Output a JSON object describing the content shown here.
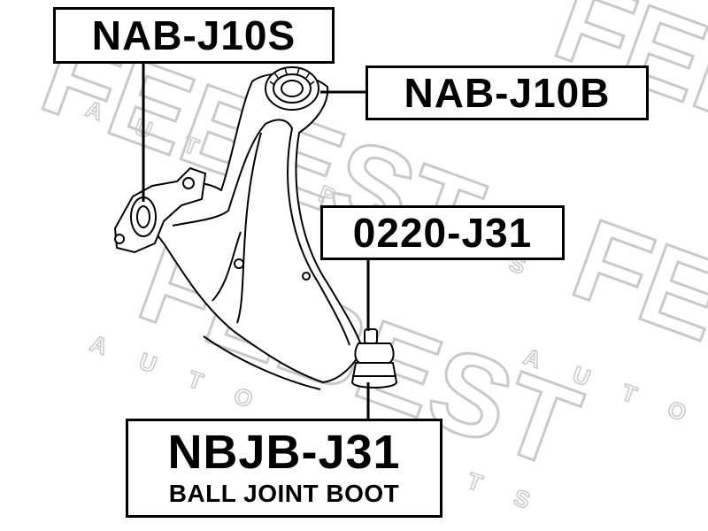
{
  "watermark": {
    "brand": "FEBEST",
    "tagline": "AUTO PARTS",
    "color": "#c9c9c9"
  },
  "labels": {
    "nab_j10s": {
      "code": "NAB-J10S"
    },
    "nab_j10b": {
      "code": "NAB-J10B"
    },
    "ball_joint": {
      "code": "0220-J31"
    },
    "nbjb_j31": {
      "code": "NBJB-J31",
      "description": "BALL JOINT BOOT"
    }
  },
  "colors": {
    "ink": "#000000",
    "paper": "#ffffff"
  }
}
